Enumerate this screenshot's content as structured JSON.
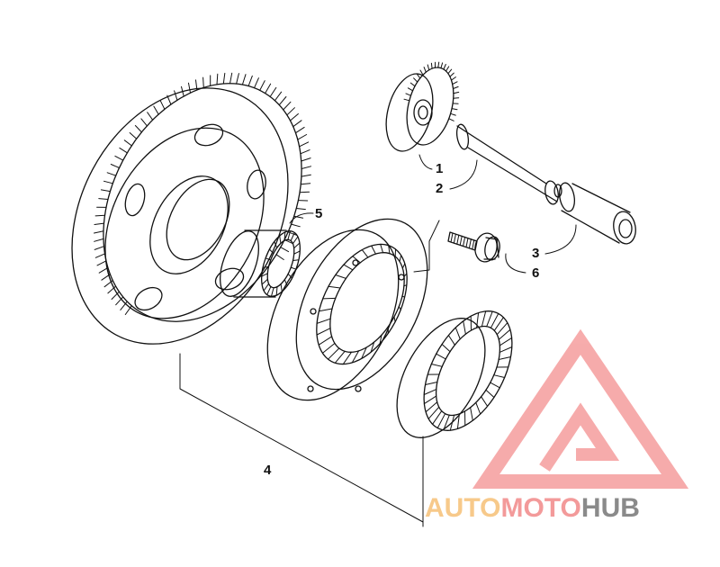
{
  "callouts": {
    "c1": "1",
    "c2": "2",
    "c3": "3",
    "c4": "4",
    "c5": "5",
    "c6": "6"
  },
  "watermark": {
    "part1": "AUTO",
    "part2": "MOTO",
    "part3": "HUB",
    "colors": {
      "auto": "#f7c98a",
      "moto": "#f39a9a",
      "hub": "#8a8a8a",
      "logo": "#f6a3a3"
    }
  }
}
